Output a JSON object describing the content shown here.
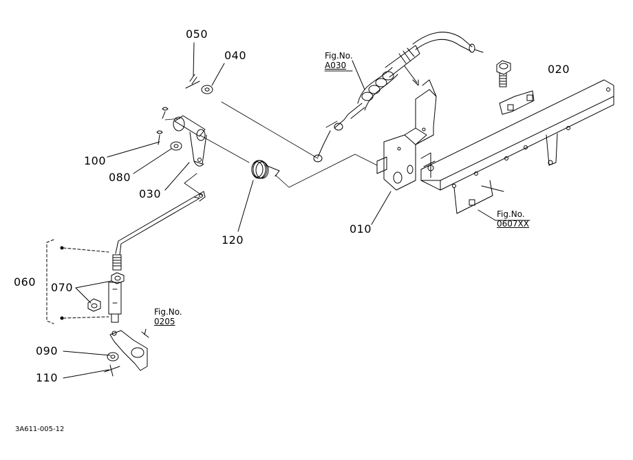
{
  "labels": {
    "p050": "050",
    "p040": "040",
    "p020": "020",
    "p100": "100",
    "p080": "080",
    "p030": "030",
    "p120": "120",
    "p010": "010",
    "p060": "060",
    "p070": "070",
    "p090": "090",
    "p110": "110"
  },
  "refs": {
    "a030": {
      "prefix": "Fig.No.",
      "number": "A030"
    },
    "f0607": {
      "prefix": "Fig.No.",
      "number": "0607XX"
    },
    "f0205": {
      "prefix": "Fig.No.",
      "number": "0205"
    }
  },
  "footer": {
    "code": "3A611-005-12"
  }
}
